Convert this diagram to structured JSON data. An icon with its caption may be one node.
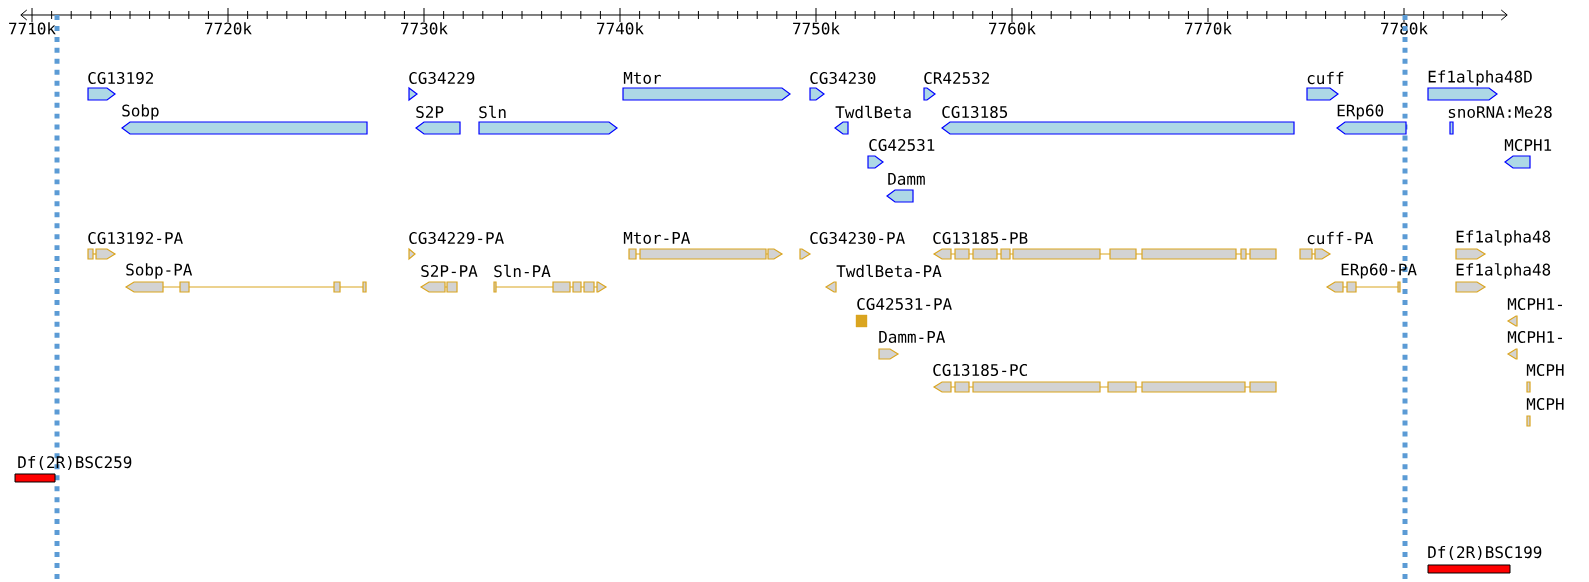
{
  "diagram": {
    "nodes": [
      {
        "text": [
          "CG13192"
        ]
      },
      {
        "text": [
          "Sobp"
        ]
      },
      {
        "text": [
          "CG34229"
        ]
      },
      {
        "text": [
          "S2P"
        ]
      },
      {
        "text": [
          "Sln"
        ]
      },
      {
        "text": [
          "Mtor"
        ]
      },
      {
        "text": [
          "CG34230"
        ]
      },
      {
        "text": [
          "CR42532"
        ]
      },
      {
        "text": [
          "TwdlBeta"
        ]
      },
      {
        "text": [
          "CG13185"
        ]
      },
      {
        "text": [
          "CG42531"
        ]
      },
      {
        "text": [
          "Damm"
        ]
      },
      {
        "text": [
          "cuff"
        ]
      },
      {
        "text": [
          "ERp60"
        ]
      },
      {
        "text": [
          "Ef1alpha48D"
        ]
      },
      {
        "text": [
          "snoRNA:Me28"
        ]
      },
      {
        "text": [
          "MCPH1"
        ]
      },
      {
        "text": [
          "CG13192-PA"
        ]
      },
      {
        "text": [
          "Sobp-PA"
        ]
      },
      {
        "text": [
          "CG34229-PA"
        ]
      },
      {
        "text": [
          "S2P-PA"
        ]
      },
      {
        "text": [
          "Sln-PA"
        ]
      },
      {
        "text": [
          "Mtor-PA"
        ]
      },
      {
        "text": [
          "CG34230-PA"
        ]
      },
      {
        "text": [
          "CG13185-PB"
        ]
      },
      {
        "text": [
          "TwdlBeta-PA"
        ]
      },
      {
        "text": [
          "CG42531-PA"
        ]
      },
      {
        "text": [
          "Damm-PA"
        ]
      },
      {
        "text": [
          "CG13185-PC"
        ]
      },
      {
        "text": [
          "cuff-PA"
        ]
      },
      {
        "text": [
          "ERp60-PA"
        ]
      },
      {
        "text": [
          "Ef1alpha48"
        ]
      },
      {
        "text": [
          "Ef1alpha48"
        ]
      },
      {
        "text": [
          "MCPH1-"
        ]
      },
      {
        "text": [
          "MCPH1-"
        ]
      },
      {
        "text": [
          "MCPH"
        ]
      },
      {
        "text": [
          "MCPH"
        ]
      },
      {
        "text": [
          "Df(2R)BSC259"
        ]
      },
      {
        "text": [
          "Df(2R)BSC199"
        ]
      }
    ],
    "labels": [
      "7710k",
      "7720k",
      "7730k",
      "7740k",
      "7750k",
      "7760k",
      "7770k",
      "7780k"
    ]
  }
}
